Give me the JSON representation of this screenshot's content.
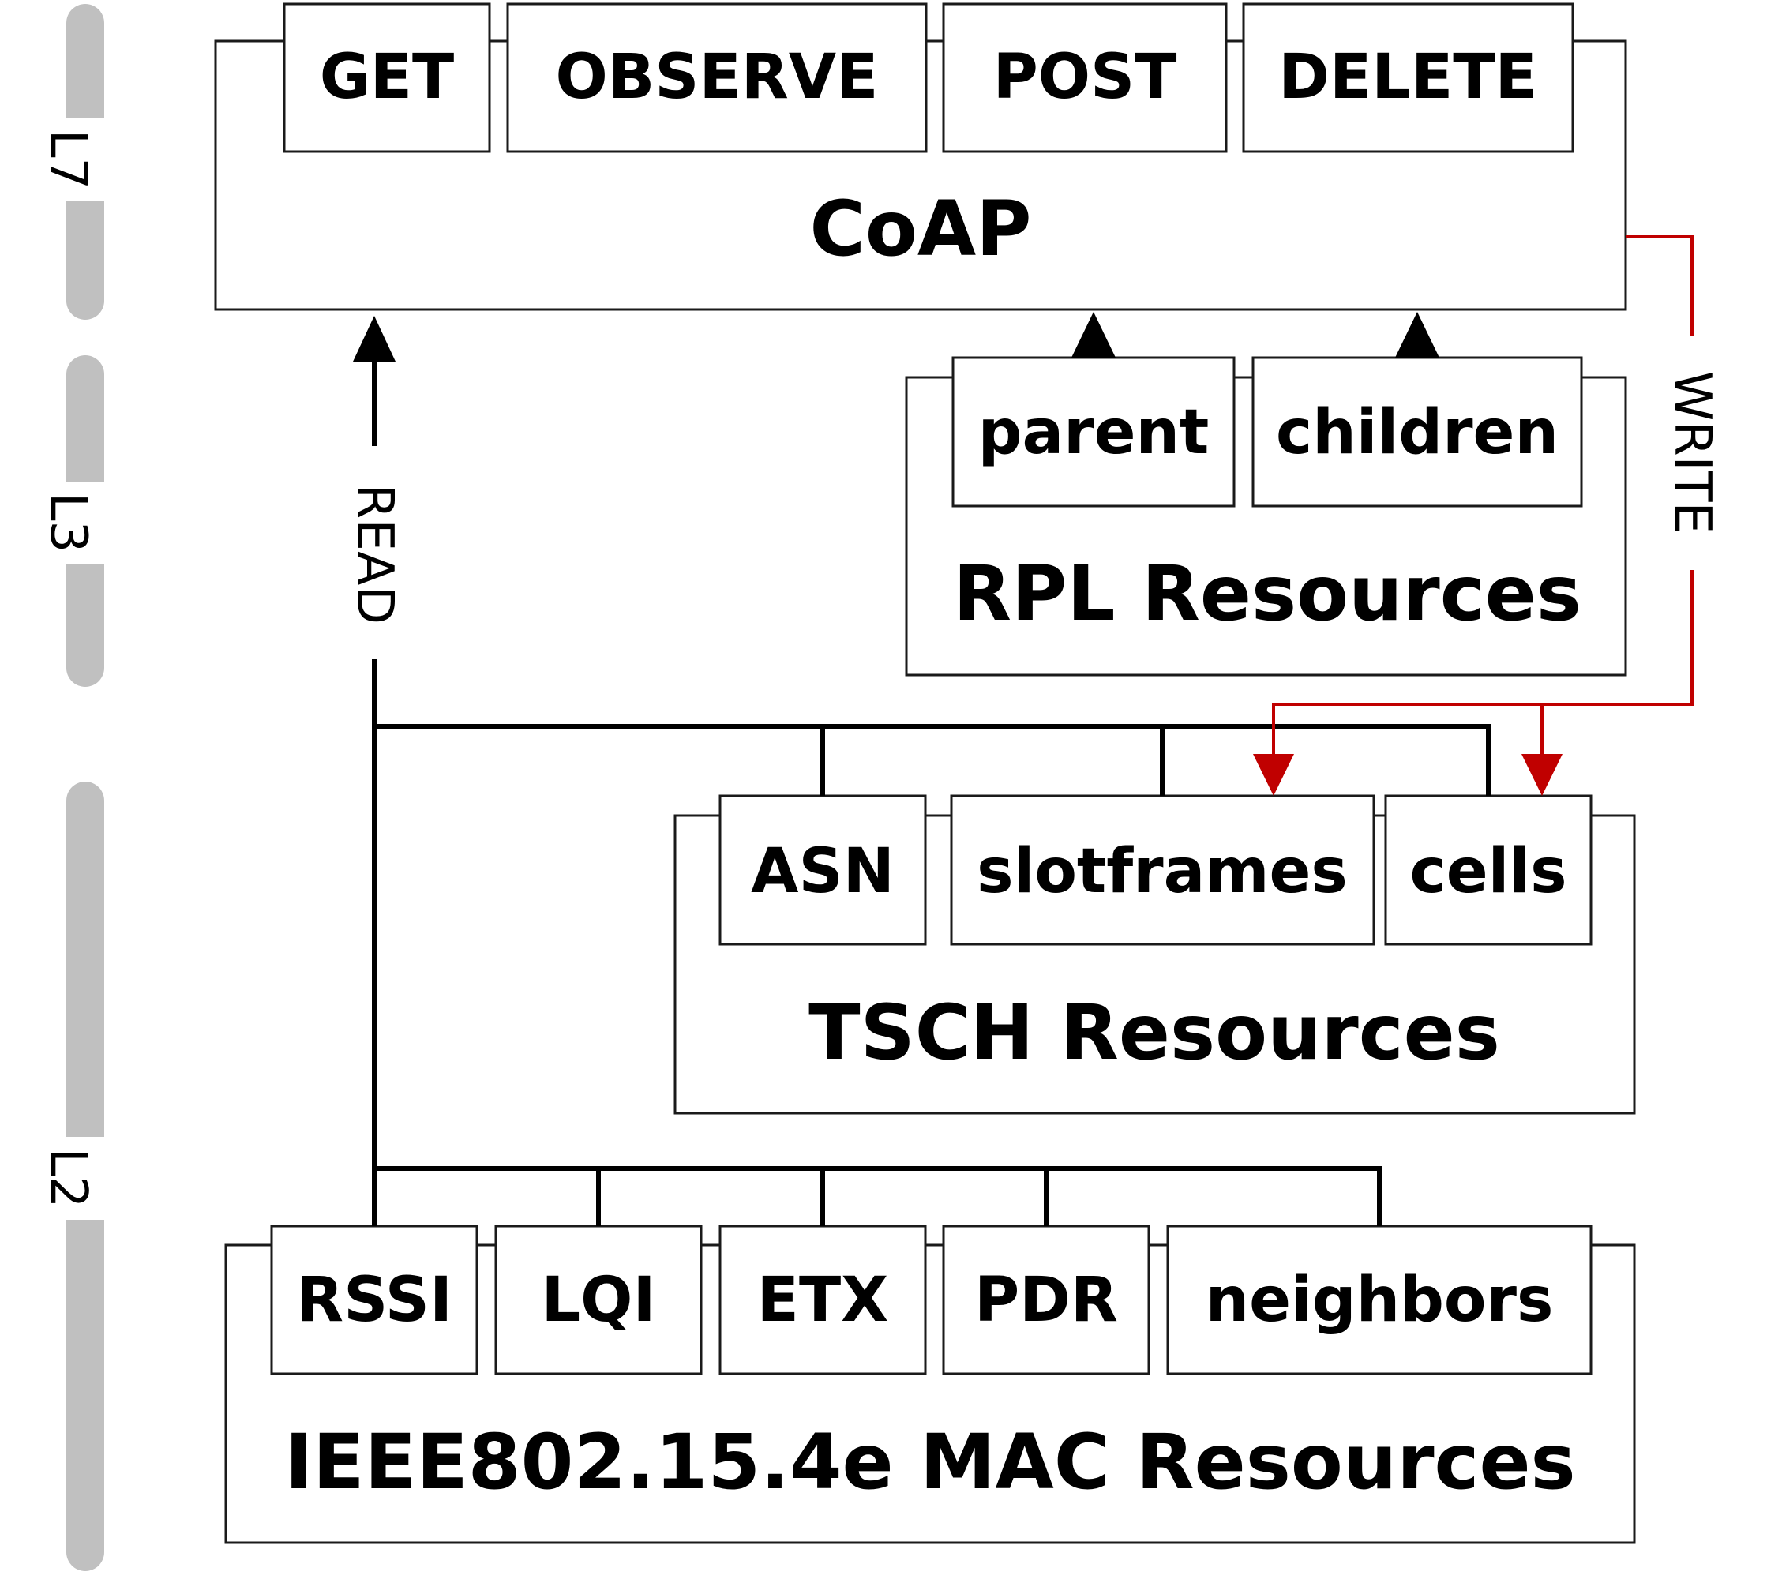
{
  "layers": {
    "l7": "L7",
    "l3": "L3",
    "l2": "L2"
  },
  "coap": {
    "title": "CoAP",
    "methods": {
      "get": "GET",
      "observe": "OBSERVE",
      "post": "POST",
      "delete": "DELETE"
    }
  },
  "rpl": {
    "title": "RPL Resources",
    "items": {
      "parent": "parent",
      "children": "children"
    }
  },
  "tsch": {
    "title": "TSCH Resources",
    "items": {
      "asn": "ASN",
      "slotframes": "slotframes",
      "cells": "cells"
    }
  },
  "mac": {
    "title": "IEEE802.15.4e MAC Resources",
    "items": {
      "rssi": "RSSI",
      "lqi": "LQI",
      "etx": "ETX",
      "pdr": "PDR",
      "neighbors": "neighbors"
    }
  },
  "flows": {
    "read": "READ",
    "write": "WRITE"
  },
  "colors": {
    "write_path": "#c00000",
    "layer_bar": "#c0c0c0",
    "read_path": "#000000"
  }
}
